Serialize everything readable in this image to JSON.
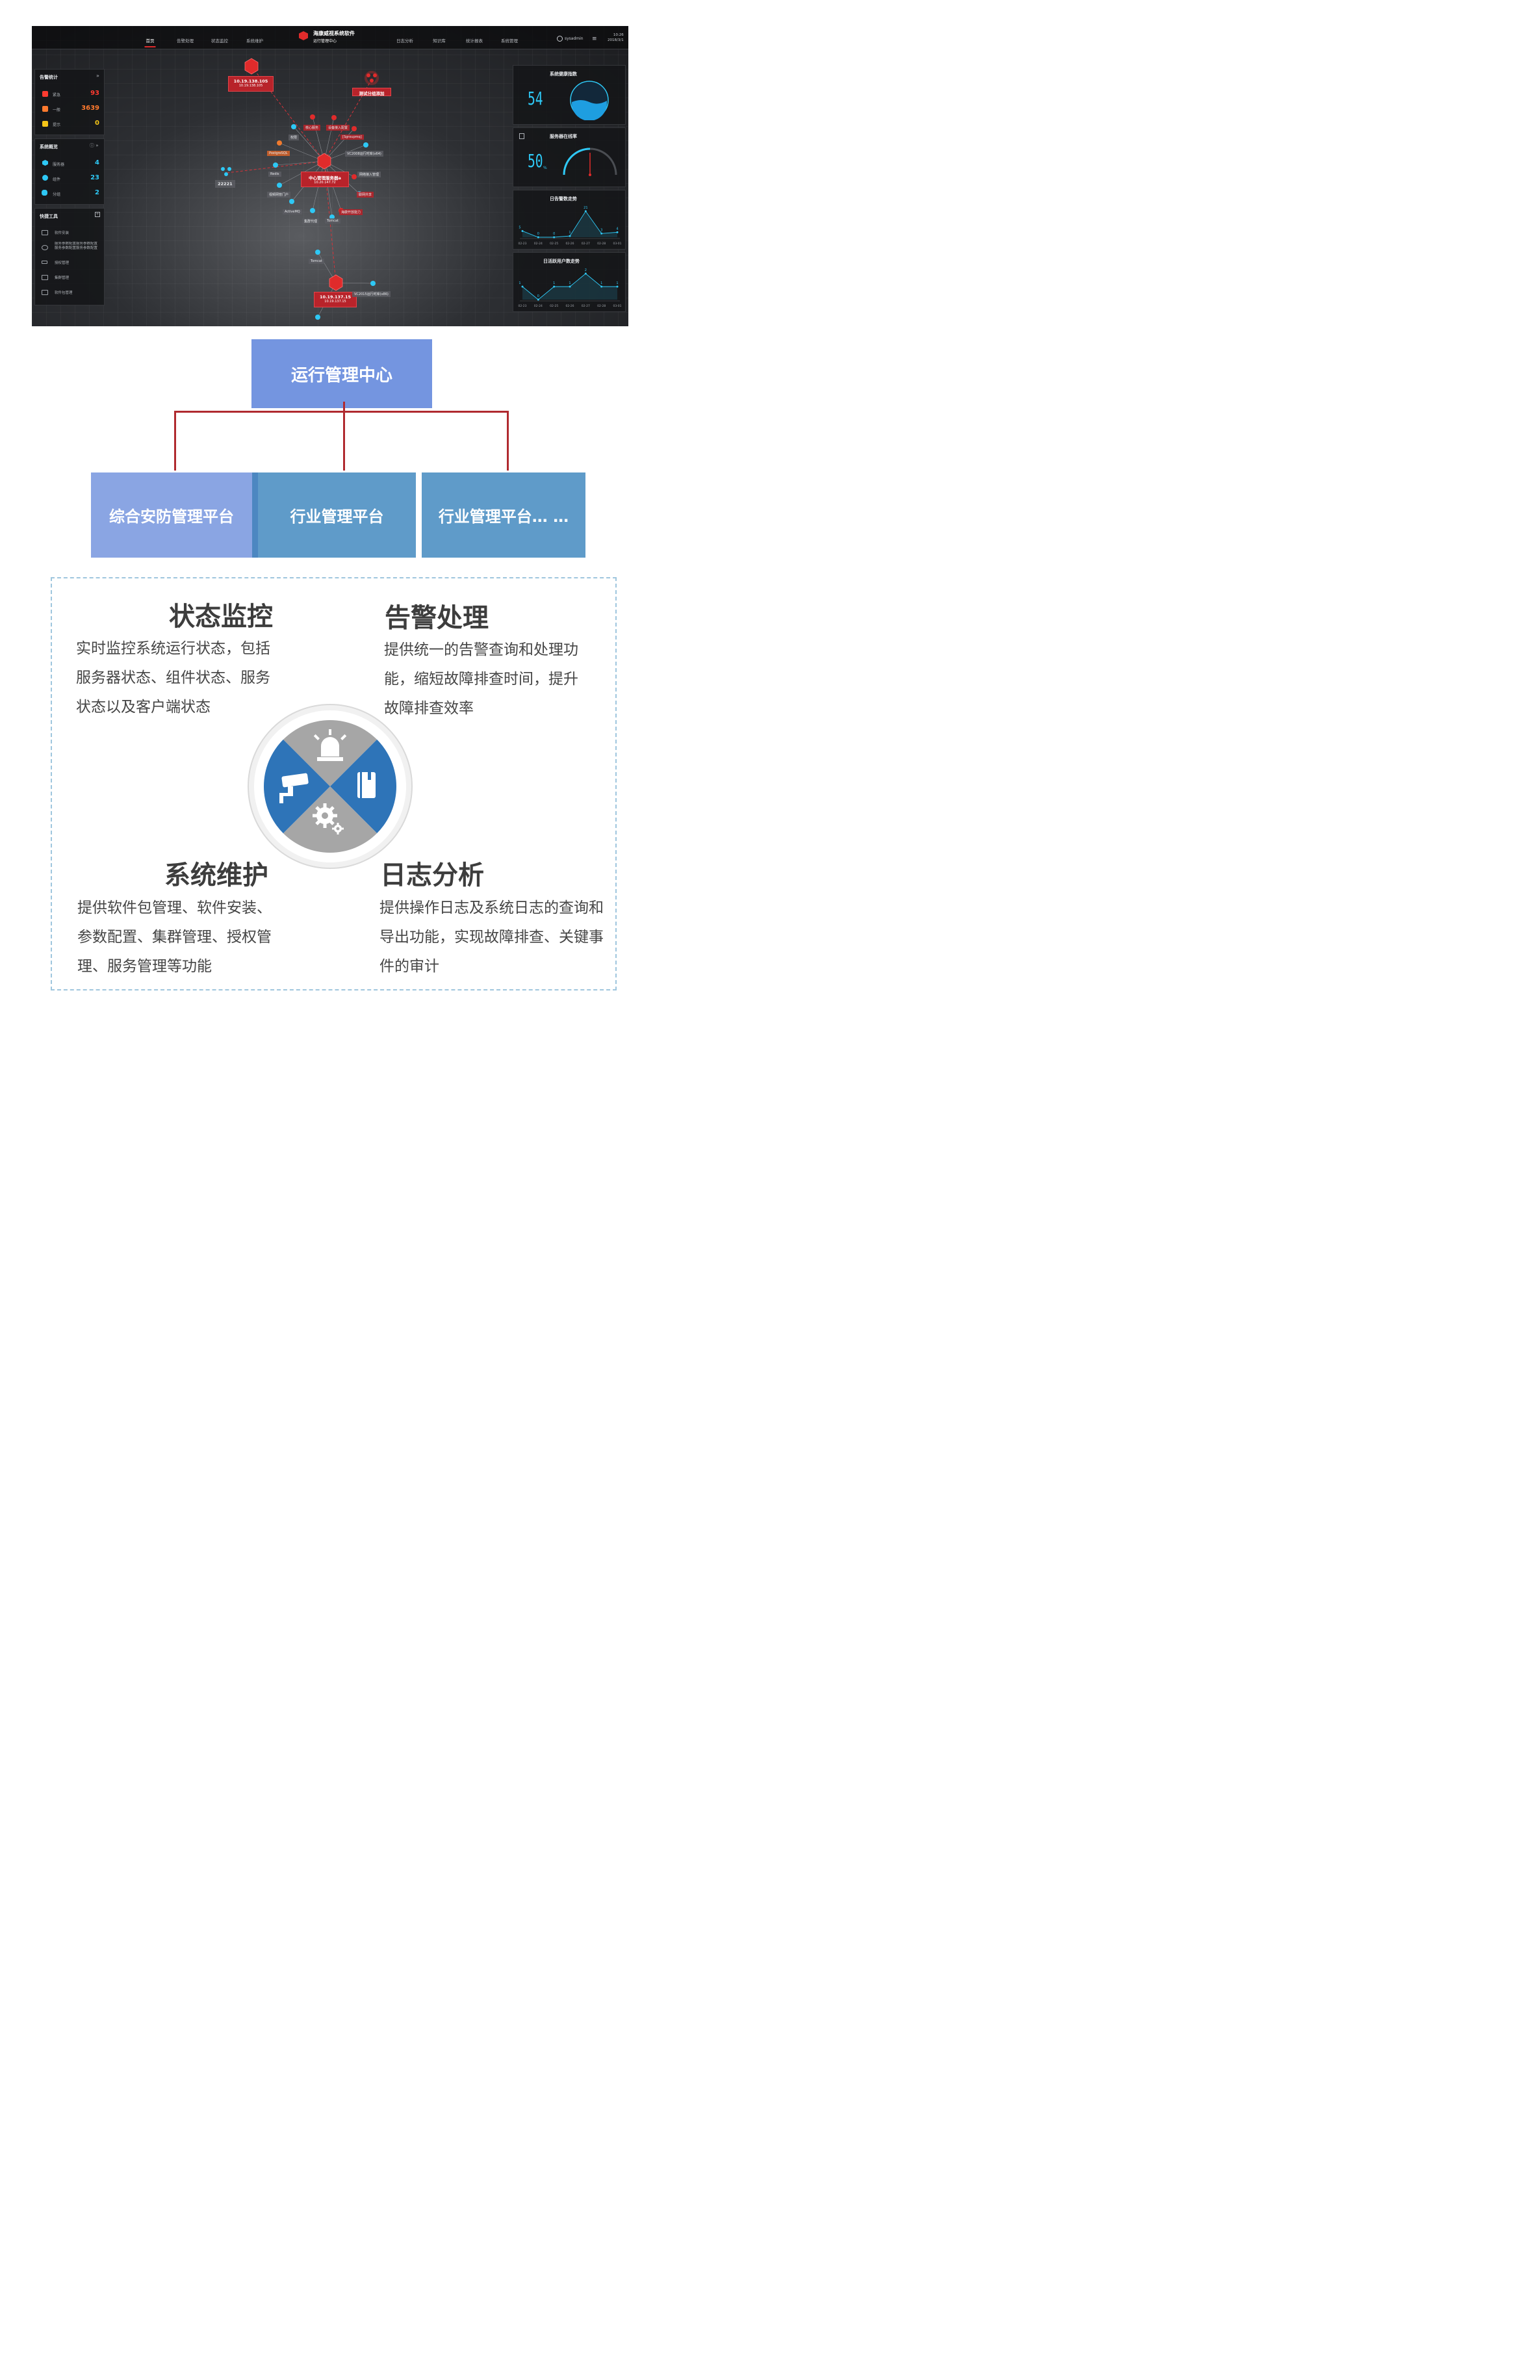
{
  "screenshot": {
    "nav": {
      "tabs": [
        "首页",
        "告警处理",
        "状态监控",
        "系统维护",
        "日志分析",
        "知识库",
        "统计报表",
        "系统管理"
      ],
      "active_tab": "首页",
      "brand_title": "海康威视系统软件",
      "brand_subtitle": "运行管理中心",
      "username": "sysadmin",
      "time": "10:26",
      "date": "2018/3/1"
    },
    "alarm_stats": {
      "title": "告警统计",
      "items": [
        {
          "label": "紧急",
          "value": "93",
          "color": "#ff3b30"
        },
        {
          "label": "一般",
          "value": "3639",
          "color": "#ff7a2e"
        },
        {
          "label": "提示",
          "value": "0",
          "color": "#f5c518"
        }
      ]
    },
    "system_overview": {
      "title": "系统概览",
      "items": [
        {
          "label": "服务器",
          "value": "4"
        },
        {
          "label": "组件",
          "value": "23"
        },
        {
          "label": "分组",
          "value": "2"
        }
      ]
    },
    "quick_tools": {
      "title": "快捷工具",
      "items": [
        "软件安装",
        "服务参数配置服务参数配置服务参数配置服务参数配置",
        "授权管理",
        "集群管理",
        "软件包管理"
      ]
    },
    "topology": {
      "nodes": [
        {
          "ip": "10.19.138.105",
          "sub": "10.19.138.105"
        },
        {
          "ip": "测试分组添加",
          "sub": ""
        },
        {
          "ip": "中心管理服务器a",
          "sub": "10.20.147.72"
        },
        {
          "ip": "10.19.137.15",
          "sub": "10.19.137.15"
        }
      ],
      "group_count": "22221",
      "tags": [
        "核心服务",
        "设备接入配置",
        "[Sgroupmq]",
        "权限",
        "VC2008运行时库(x64)",
        "PostgreSQL",
        "Redis",
        "网络接入管理",
        "视频网管门户",
        "联网共享",
        "ActiveMQ",
        "集群代理",
        "Tomcat",
        "海康开放能力",
        "Tomcat",
        "VC2015运行时库(x86)"
      ]
    },
    "health": {
      "title": "系统健康指数",
      "value": "54"
    },
    "online": {
      "title": "服务器在线率",
      "value": "50",
      "unit": "%"
    },
    "alarm_trend": {
      "title": "日告警数走势",
      "chart_data": {
        "type": "line",
        "categories": [
          "02-23",
          "02-24",
          "02-25",
          "02-26",
          "02-27",
          "02-28",
          "03-01"
        ],
        "values": [
          5,
          0,
          0,
          1,
          21,
          3,
          4
        ]
      }
    },
    "active_users": {
      "title": "日活跃用户数走势",
      "chart_data": {
        "type": "line",
        "categories": [
          "02-23",
          "02-24",
          "02-25",
          "02-26",
          "02-27",
          "02-28",
          "03-01"
        ],
        "values": [
          1,
          0,
          1,
          1,
          2,
          1,
          1
        ]
      }
    }
  },
  "org": {
    "top": "运行管理中心",
    "children": [
      "综合安防管理平台",
      "行业管理平台",
      "行业管理平台… …"
    ]
  },
  "features": [
    {
      "title": "状态监控",
      "desc": "实时监控系统运行状态，包括服务器状态、组件状态、服务状态以及客户端状态"
    },
    {
      "title": "告警处理",
      "desc": "提供统一的告警查询和处理功能，缩短故障排查时间，提升故障排查效率"
    },
    {
      "title": "系统维护",
      "desc": "提供软件包管理、软件安装、参数配置、集群管理、授权管理、服务管理等功能"
    },
    {
      "title": "日志分析",
      "desc": "提供操作日志及系统日志的查询和导出功能，实现故障排查、关键事件的审计"
    }
  ],
  "colors": {
    "accent_red": "#e02b2b",
    "cyan": "#2ec8f5",
    "org_blue": "#7495e0",
    "org_steel": "#5f9bc9",
    "quad_blue": "#2e74b8",
    "quad_gray": "#a6a6a6"
  }
}
